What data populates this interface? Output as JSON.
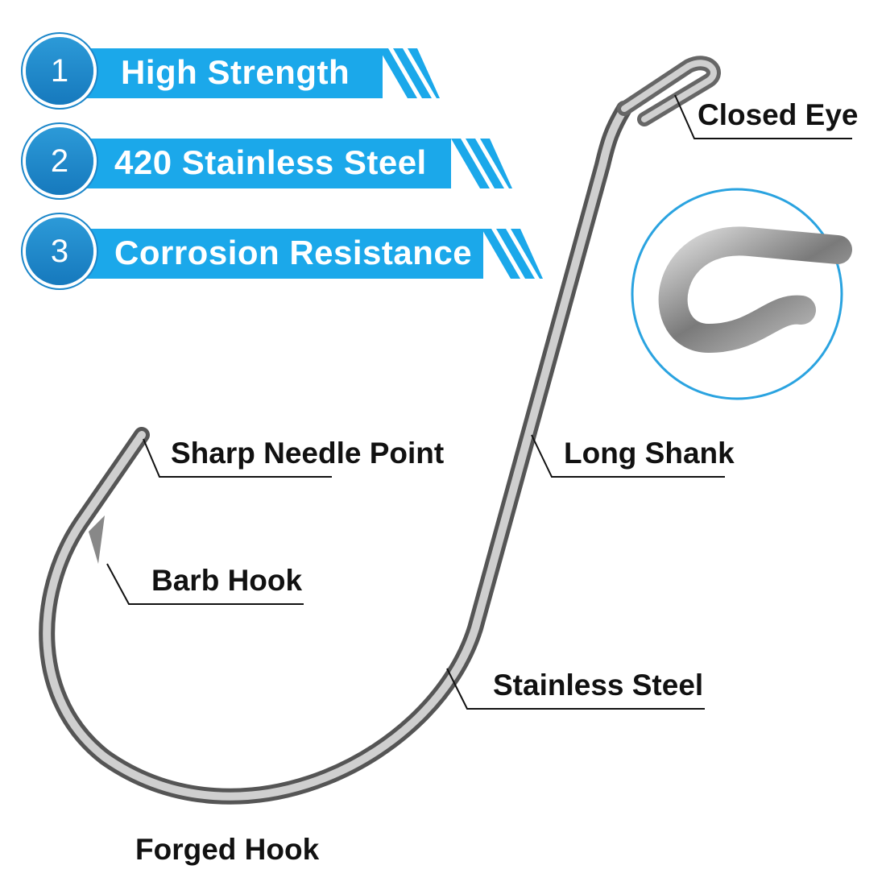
{
  "features": [
    {
      "number": "1",
      "label": "High Strength"
    },
    {
      "number": "2",
      "label": "420 Stainless Steel"
    },
    {
      "number": "3",
      "label": "Corrosion Resistance"
    }
  ],
  "callouts": {
    "closed_eye": "Closed Eye",
    "long_shank": "Long Shank",
    "sharp_needle_point": "Sharp Needle Point",
    "barb_hook": "Barb Hook",
    "stainless_steel": "Stainless Steel",
    "forged_hook": "Forged Hook"
  },
  "colors": {
    "banner": "#1ba8ea",
    "badge": "#1679bd",
    "inset_ring": "#2aa3e0"
  }
}
